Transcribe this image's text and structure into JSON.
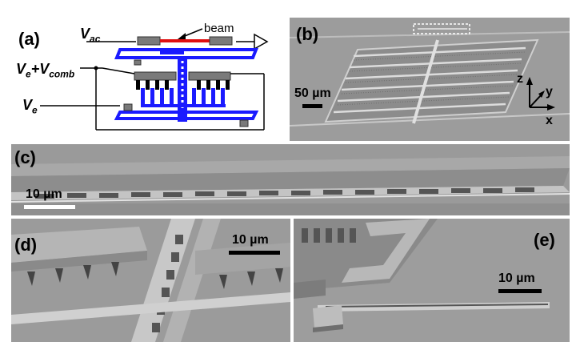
{
  "figure": {
    "panels": [
      {
        "id": "a",
        "label": "(a)",
        "type": "schematic"
      },
      {
        "id": "b",
        "label": "(b)",
        "type": "sem",
        "scale_bar": "50 µm",
        "axes": [
          "z",
          "y",
          "x"
        ]
      },
      {
        "id": "c",
        "label": "(c)",
        "type": "sem",
        "scale_bar": "10 µm"
      },
      {
        "id": "d",
        "label": "(d)",
        "type": "sem",
        "scale_bar": "10 µm"
      },
      {
        "id": "e",
        "label": "(e)",
        "type": "sem",
        "scale_bar": "10 µm"
      }
    ]
  },
  "schematic": {
    "beam_label": "beam",
    "v_ac": {
      "main": "V",
      "sub": "ac"
    },
    "v_e_comb": {
      "main1": "V",
      "sub1": "e",
      "plus": "+",
      "main2": "V",
      "sub2": "comb"
    },
    "v_e": {
      "main": "V",
      "sub": "e"
    },
    "colors": {
      "structure": "#1a1aff",
      "beam": "#e01010",
      "electrode": "#7a7a7a",
      "wire": "#000000"
    }
  }
}
